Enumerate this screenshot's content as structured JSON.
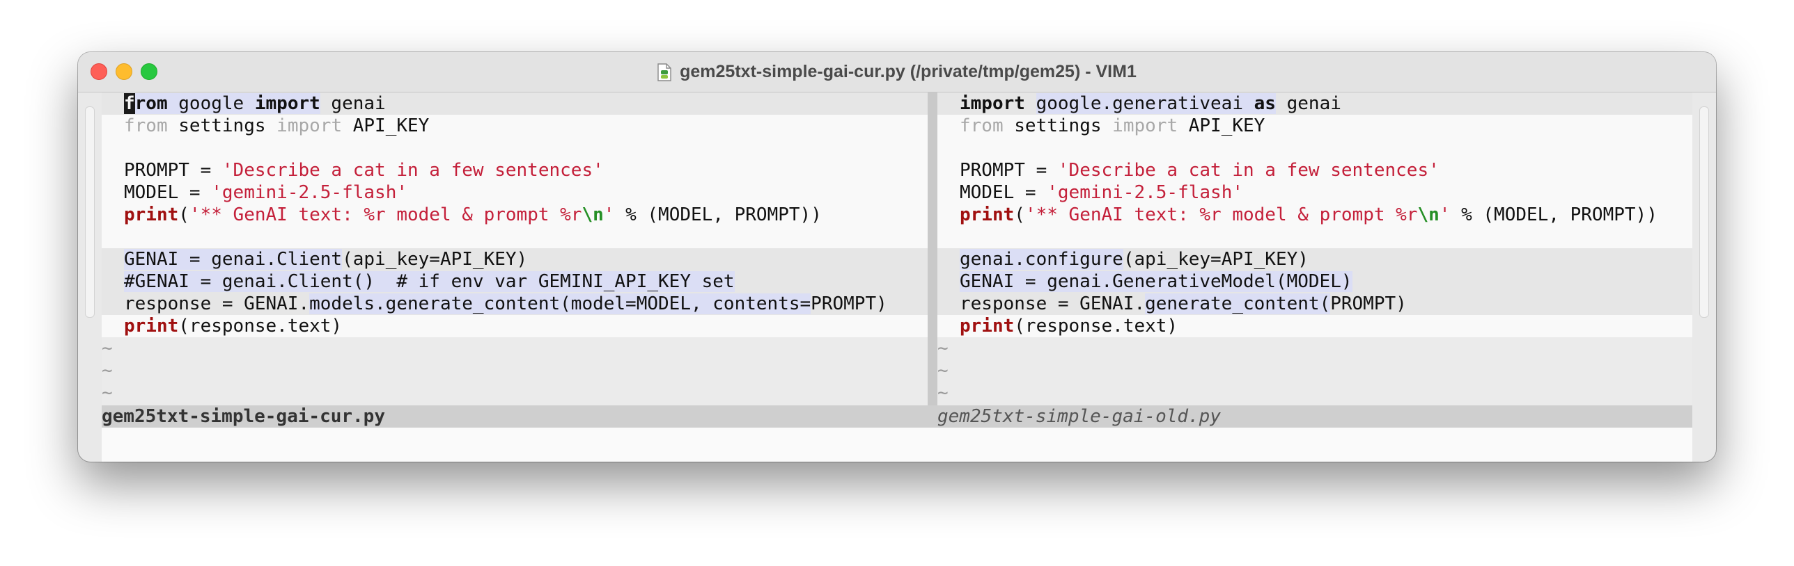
{
  "window": {
    "title": "gem25txt-simple-gai-cur.py (/private/tmp/gem25) - VIM1"
  },
  "left": {
    "status": "gem25txt-simple-gai-cur.py",
    "l1": {
      "p0": "f",
      "p1": "rom",
      "p2": " google ",
      "p3": "import",
      "p4": " genai"
    },
    "l2": {
      "p0": "from",
      "p1": " settings ",
      "p2": "import",
      "p3": " API_KEY"
    },
    "l4": {
      "p0": "PROMPT = ",
      "p1": "'Describe a cat in a few sentences'"
    },
    "l5": {
      "p0": "MODEL = ",
      "p1": "'gemini-2.5-flash'"
    },
    "l6": {
      "p0": "print",
      "p1": "(",
      "p2": "'** GenAI text: %r model & prompt %r",
      "p3": "\\n",
      "p4": "'",
      "p5": " % (MODEL, PROMPT))"
    },
    "l8": {
      "p0": "GENAI = genai.Client",
      "p1": "(api_key=API_KEY)"
    },
    "l9": {
      "p0": "#GENAI = genai.Client()  # if env var GEMINI_API_KEY set"
    },
    "l10": {
      "p0": "response = GENAI.",
      "p1": "models.generate_content(model=MODEL, contents=",
      "p2": "PROMPT)"
    },
    "l11": {
      "p0": "print",
      "p1": "(response.text)"
    }
  },
  "right": {
    "status": "gem25txt-simple-gai-old.py",
    "l1": {
      "p0": "import",
      "p1": " ",
      "p2": "google.generativeai ",
      "p3": "as",
      "p4": " genai"
    },
    "l2": {
      "p0": "from",
      "p1": " settings ",
      "p2": "import",
      "p3": " API_KEY"
    },
    "l4": {
      "p0": "PROMPT = ",
      "p1": "'Describe a cat in a few sentences'"
    },
    "l5": {
      "p0": "MODEL = ",
      "p1": "'gemini-2.5-flash'"
    },
    "l6": {
      "p0": "print",
      "p1": "(",
      "p2": "'** GenAI text: %r model & prompt %r",
      "p3": "\\n",
      "p4": "'",
      "p5": " % (MODEL, PROMPT))"
    },
    "l8": {
      "p0": "genai.configure",
      "p1": "(api_key=API_KEY)"
    },
    "l9": {
      "p0": "GENAI = genai.GenerativeModel(MODEL)"
    },
    "l10": {
      "p0": "response = GENAI.",
      "p1": "generate_content(",
      "p2": "PROMPT)"
    },
    "l11": {
      "p0": "print",
      "p1": "(response.text)"
    }
  },
  "filler": "~",
  "colors": {
    "string": "#c4203a",
    "escape": "#258f25",
    "builtin": "#a01010",
    "diff_change": "#dbdef5"
  }
}
